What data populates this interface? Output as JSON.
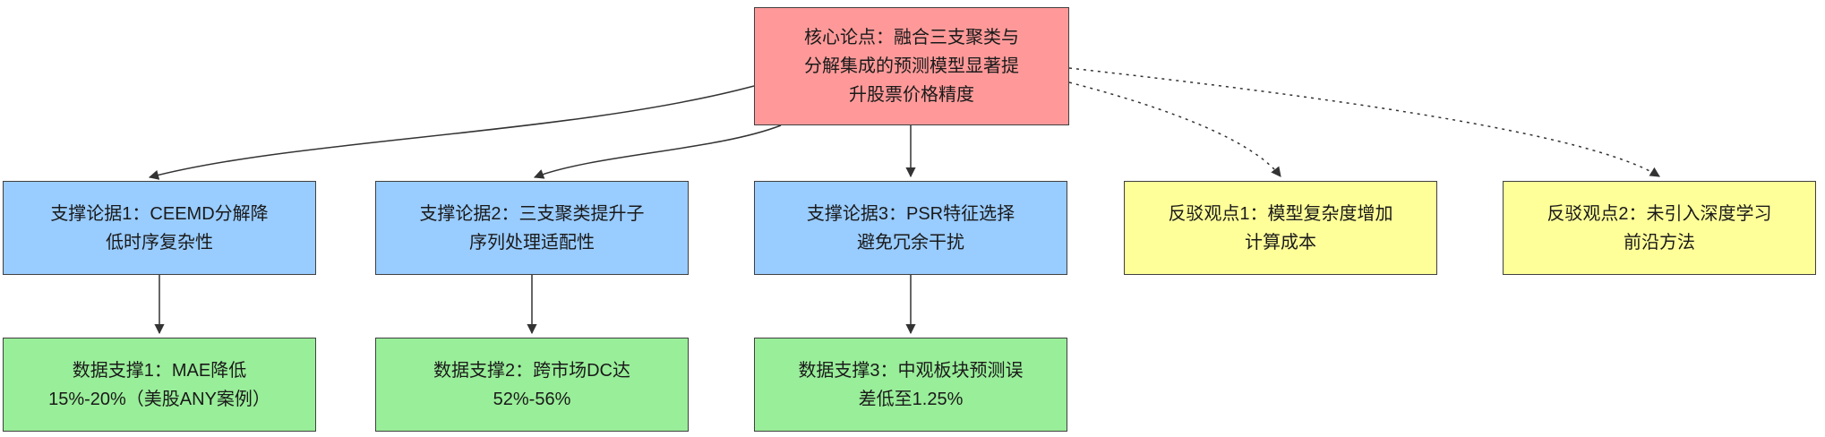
{
  "diagram": {
    "title": "argument-map",
    "core": {
      "label": "核心论点：融合三支聚类与分解集成的预测模型显著提升股票价格精度",
      "color": "#ff9999"
    },
    "supports": [
      {
        "label": "支撑论据1：CEEMD分解降低时序复杂性"
      },
      {
        "label": "支撑论据2：三支聚类提升子序列处理适配性"
      },
      {
        "label": "支撑论据3：PSR特征选择避免冗余干扰"
      }
    ],
    "support_color": "#99ccff",
    "rebuttals": [
      {
        "label": "反驳观点1：模型复杂度增加计算成本"
      },
      {
        "label": "反驳观点2：未引入深度学习前沿方法"
      }
    ],
    "rebuttal_color": "#ffff99",
    "evidence": [
      {
        "label": "数据支撑1：MAE降低15%-20%（美股ANY案例）"
      },
      {
        "label": "数据支撑2：跨市场DC达52%-56%"
      },
      {
        "label": "数据支撑3：中观板块预测误差低至1.25%"
      }
    ],
    "evidence_color": "#99ee99",
    "edges": {
      "color": "#333333",
      "support_style": "solid",
      "rebuttal_style": "dotted"
    }
  }
}
